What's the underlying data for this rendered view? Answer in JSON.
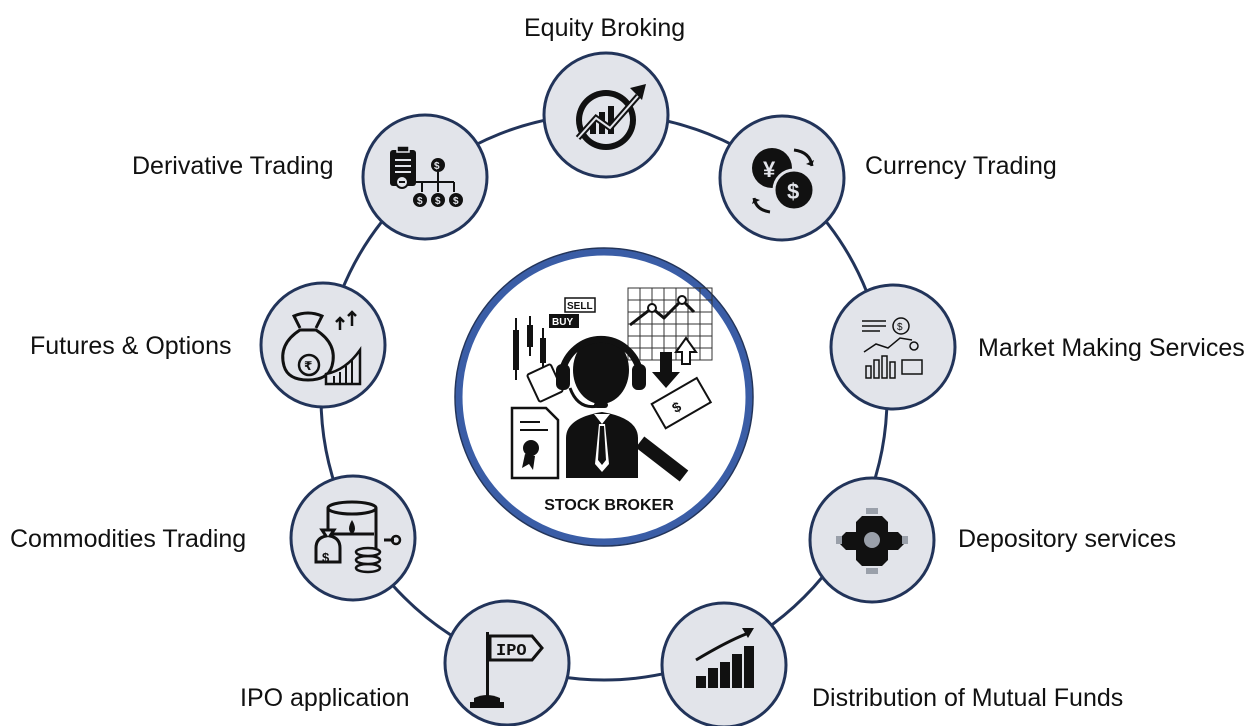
{
  "center": {
    "label": "STOCK BROKER",
    "icon": "stock-broker-icon"
  },
  "services": [
    {
      "label": "Equity Broking",
      "icon": "equity-growth-icon"
    },
    {
      "label": "Currency Trading",
      "icon": "currency-exchange-icon"
    },
    {
      "label": "Market Making Services",
      "icon": "market-making-icon"
    },
    {
      "label": "Depository services",
      "icon": "depository-icon"
    },
    {
      "label": "Distribution of Mutual Funds",
      "icon": "bar-growth-icon"
    },
    {
      "label": "IPO application",
      "icon": "ipo-flag-icon"
    },
    {
      "label": "Commodities Trading",
      "icon": "commodities-icon"
    },
    {
      "label": "Futures & Options",
      "icon": "money-bag-chart-icon"
    },
    {
      "label": "Derivative Trading",
      "icon": "derivative-tree-icon"
    }
  ],
  "center_icon_text": {
    "sell": "SELL",
    "buy": "BUY",
    "ipo": "IPO"
  },
  "colors": {
    "ring": "#22345a",
    "node_fill": "#e2e4ea",
    "ink": "#111111"
  }
}
